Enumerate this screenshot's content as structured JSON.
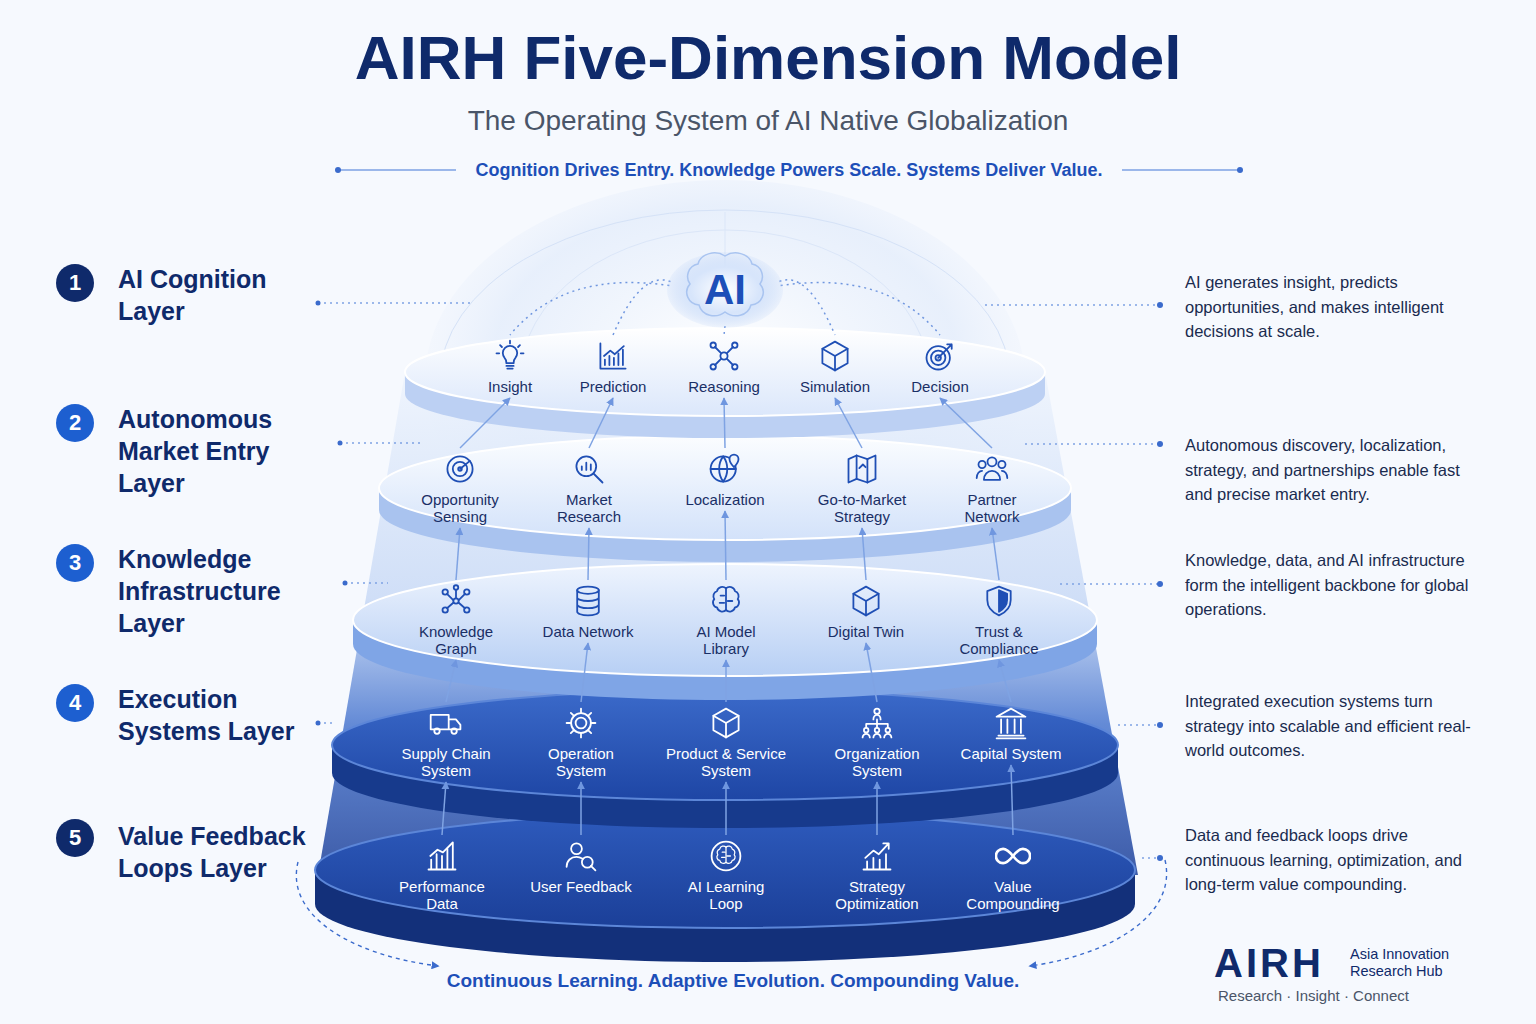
{
  "diagram": {
    "title": "AIRH Five-Dimension Model",
    "caption": "Continuous Learning. Adaptive Evolution. Compounding Value.",
    "nodes": [
      {
        "text": [
          "AI"
        ]
      },
      {
        "text": [
          "AI Cognition Layer",
          "AI generates insight, predicts opportunities, and makes intelligent decisions at scale."
        ]
      },
      {
        "text": [
          "Insight"
        ],
        "in": 1
      },
      {
        "text": [
          "Prediction"
        ],
        "in": 1
      },
      {
        "text": [
          "Reasoning"
        ],
        "in": 1
      },
      {
        "text": [
          "Simulation"
        ],
        "in": 1
      },
      {
        "text": [
          "Decision"
        ],
        "in": 1
      },
      {
        "text": [
          "Autonomous Market Entry Layer",
          "Autonomous discovery, localization, strategy, and partnerships enable fast and precise market entry."
        ]
      },
      {
        "text": [
          "Opportunity Sensing"
        ],
        "in": 7
      },
      {
        "text": [
          "Market Research"
        ],
        "in": 7
      },
      {
        "text": [
          "Localization"
        ],
        "in": 7
      },
      {
        "text": [
          "Go-to-Market Strategy"
        ],
        "in": 7
      },
      {
        "text": [
          "Partner Network"
        ],
        "in": 7
      },
      {
        "text": [
          "Knowledge Infrastructure Layer",
          "Knowledge, data, and AI infrastructure form the intelligent backbone for global operations."
        ]
      },
      {
        "text": [
          "Knowledge Graph"
        ],
        "in": 13
      },
      {
        "text": [
          "Data Network"
        ],
        "in": 13
      },
      {
        "text": [
          "AI Model Library"
        ],
        "in": 13
      },
      {
        "text": [
          "Digital Twin"
        ],
        "in": 13
      },
      {
        "text": [
          "Trust & Compliance"
        ],
        "in": 13
      },
      {
        "text": [
          "Execution Systems Layer",
          "Integrated execution systems turn strategy into scalable and efficient real-world outcomes."
        ]
      },
      {
        "text": [
          "Supply Chain System"
        ],
        "in": 19
      },
      {
        "text": [
          "Operation System"
        ],
        "in": 19
      },
      {
        "text": [
          "Product & Service System"
        ],
        "in": 19
      },
      {
        "text": [
          "Organization System"
        ],
        "in": 19
      },
      {
        "text": [
          "Capital System"
        ],
        "in": 19
      },
      {
        "text": [
          "Value Feedback Loops Layer",
          "Data and feedback loops drive continuous learning, optimization, and long-term value compounding."
        ]
      },
      {
        "text": [
          "Performance Data"
        ],
        "in": 25
      },
      {
        "text": [
          "User Feedback"
        ],
        "in": 25
      },
      {
        "text": [
          "AI Learning Loop"
        ],
        "in": 25
      },
      {
        "text": [
          "Strategy Optimization"
        ],
        "in": 25
      },
      {
        "text": [
          "Value Compounding"
        ],
        "in": 25
      }
    ],
    "edges": [
      {
        "from": 0,
        "to": 2,
        "arrow": "none"
      },
      {
        "from": 0,
        "to": 3,
        "arrow": "none"
      },
      {
        "from": 0,
        "to": 4,
        "arrow": "none"
      },
      {
        "from": 0,
        "to": 5,
        "arrow": "none"
      },
      {
        "from": 0,
        "to": 6,
        "arrow": "none"
      },
      {
        "from": 8,
        "to": 2,
        "arrow": "to"
      },
      {
        "from": 9,
        "to": 3,
        "arrow": "to"
      },
      {
        "from": 10,
        "to": 4,
        "arrow": "to"
      },
      {
        "from": 11,
        "to": 5,
        "arrow": "to"
      },
      {
        "from": 12,
        "to": 6,
        "arrow": "to"
      },
      {
        "from": 14,
        "to": 8,
        "arrow": "to"
      },
      {
        "from": 15,
        "to": 9,
        "arrow": "to"
      },
      {
        "from": 16,
        "to": 10,
        "arrow": "to"
      },
      {
        "from": 17,
        "to": 11,
        "arrow": "to"
      },
      {
        "from": 18,
        "to": 12,
        "arrow": "to"
      },
      {
        "from": 20,
        "to": 14,
        "arrow": "to"
      },
      {
        "from": 21,
        "to": 15,
        "arrow": "to"
      },
      {
        "from": 22,
        "to": 16,
        "arrow": "to"
      },
      {
        "from": 23,
        "to": 17,
        "arrow": "to"
      },
      {
        "from": 24,
        "to": 18,
        "arrow": "to"
      },
      {
        "from": 26,
        "to": 20,
        "arrow": "to"
      },
      {
        "from": 27,
        "to": 21,
        "arrow": "to"
      },
      {
        "from": 28,
        "to": 22,
        "arrow": "to"
      },
      {
        "from": 29,
        "to": 23,
        "arrow": "to"
      },
      {
        "from": 30,
        "to": 24,
        "arrow": "to"
      }
    ],
    "labels": [
      "The Operating System of AI Native Globalization",
      "Cognition Drives Entry. Knowledge Powers Scale. Systems Deliver Value.",
      "1",
      "2",
      "3",
      "4",
      "5",
      "AIRH",
      "Asia Innovation Research Hub",
      "Research · Insight · Connect"
    ]
  }
}
